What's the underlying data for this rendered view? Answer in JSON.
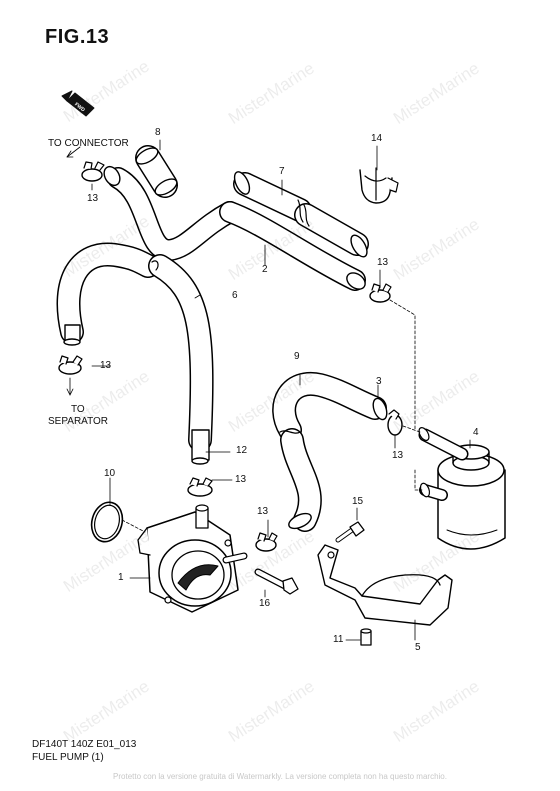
{
  "figure": {
    "title": "FIG.13",
    "model_code": "DF140T 140Z E01_013",
    "section": "FUEL PUMP (1)"
  },
  "direction": {
    "fwd": "FWD"
  },
  "annotations": {
    "to_connector": "TO CONNECTOR",
    "to_separator_line1": "TO",
    "to_separator_line2": "SEPARATOR"
  },
  "callouts": {
    "c1": "1",
    "c2": "2",
    "c3": "3",
    "c4": "4",
    "c5": "5",
    "c6": "6",
    "c7": "7",
    "c8": "8",
    "c9": "9",
    "c10": "10",
    "c11": "11",
    "c12": "12",
    "c13a": "13",
    "c13b": "13",
    "c13c": "13",
    "c13d": "13",
    "c13e": "13",
    "c13f": "13",
    "c14": "14",
    "c15": "15",
    "c16": "16"
  },
  "watermark": {
    "text": "MisterMarine"
  },
  "footer_note": "Protetto con la versione gratuita di Watermarkly. La versione completa non ha questo marchio."
}
